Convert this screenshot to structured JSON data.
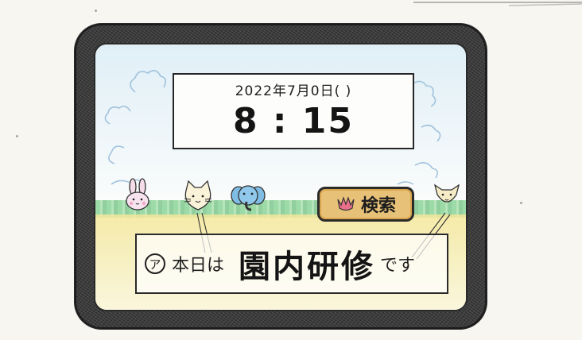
{
  "clock": {
    "date": "2022年7月0日( )",
    "time": "8 : 15"
  },
  "search_button": {
    "label": "検索",
    "icon": "tulip-icon",
    "color": "#e8c178"
  },
  "characters": [
    "rabbit-icon",
    "cat-icon",
    "elephant-icon",
    "fox-icon"
  ],
  "message": {
    "marker": "ア",
    "prefix": "本日は",
    "highlight": "園内研修",
    "suffix": "です"
  },
  "colors": {
    "frame": "#3a3a3a",
    "sky": "#cae4f3",
    "grass": "#7ccf8c",
    "ground": "#f4e79a"
  }
}
